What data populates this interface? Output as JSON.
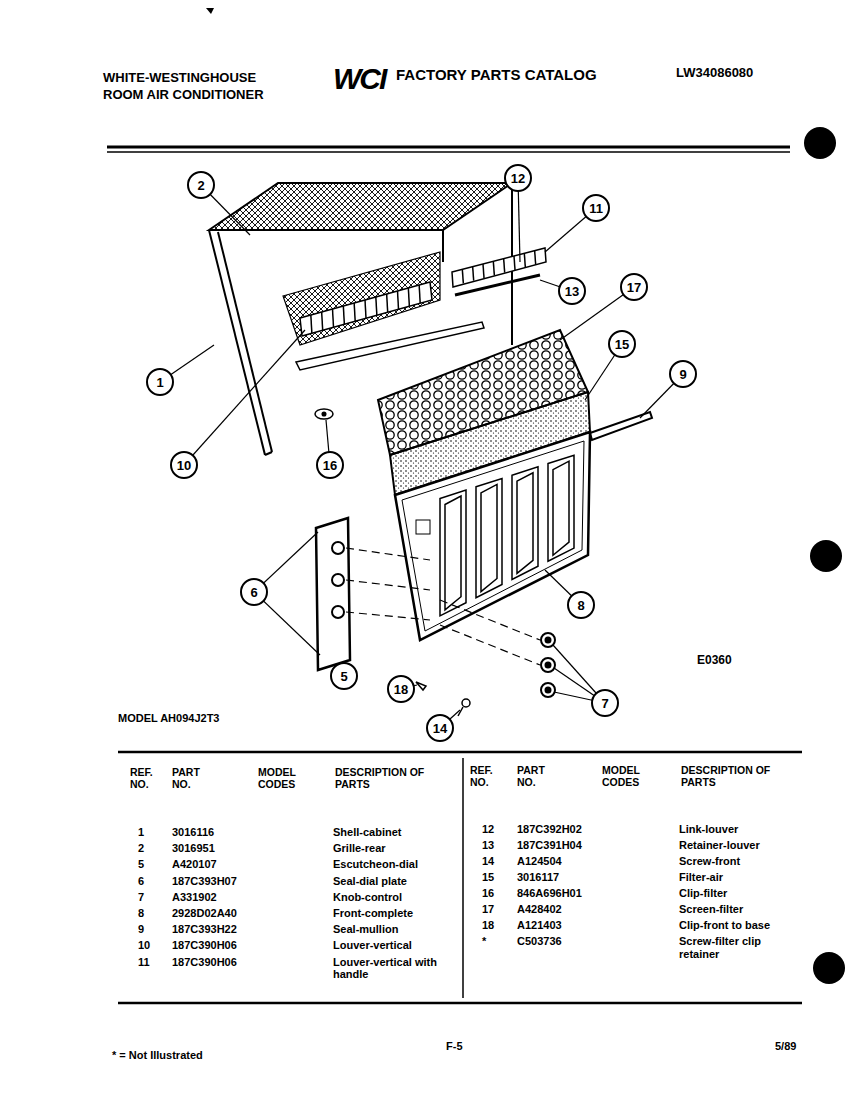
{
  "diagram": {
    "title": "FACTORY PARTS CATALOG",
    "nodes": [
      {
        "text": [
          "2"
        ]
      },
      {
        "text": [
          "12"
        ]
      },
      {
        "text": [
          "11"
        ]
      },
      {
        "text": [
          "13"
        ]
      },
      {
        "text": [
          "17"
        ]
      },
      {
        "text": [
          "15"
        ]
      },
      {
        "text": [
          "9"
        ]
      },
      {
        "text": [
          "1"
        ]
      },
      {
        "text": [
          "10"
        ]
      },
      {
        "text": [
          "16"
        ]
      },
      {
        "text": [
          "6"
        ]
      },
      {
        "text": [
          "8"
        ]
      },
      {
        "text": [
          "5"
        ]
      },
      {
        "text": [
          "18"
        ]
      },
      {
        "text": [
          "7"
        ]
      },
      {
        "text": [
          "14"
        ]
      }
    ],
    "labels": [
      "WHITE-WESTINGHOUSE",
      "ROOM AIR CONDITIONER",
      "WCI",
      "LW34086080",
      "E0360",
      "MODEL AH094J2T3",
      "REF. NO.",
      "PART NO.",
      "MODEL CODES",
      "DESCRIPTION OF PARTS",
      "REF. NO.",
      "PART NO.",
      "MODEL CODES",
      "DESCRIPTION OF PARTS",
      "1",
      "3016116",
      "Shell-cabinet",
      "2",
      "3016951",
      "Grille-rear",
      "5",
      "A420107",
      "Escutcheon-dial",
      "6",
      "187C393H07",
      "Seal-dial plate",
      "7",
      "A331902",
      "Knob-control",
      "8",
      "2928D02A40",
      "Front-complete",
      "9",
      "187C393H22",
      "Seal-mullion",
      "10",
      "187C390H06",
      "Louver-vertical",
      "11",
      "187C390H06",
      "Louver-vertical with handle",
      "12",
      "187C392H02",
      "Link-louver",
      "13",
      "187C391H04",
      "Retainer-louver",
      "14",
      "A124504",
      "Screw-front",
      "15",
      "3016117",
      "Filter-air",
      "16",
      "846A696H01",
      "Clip-filter",
      "17",
      "A428402",
      "Screen-filter",
      "18",
      "A121403",
      "Clip-front to base",
      "*",
      "C503736",
      "Screw-filter clip retainer",
      "* = Not Illustrated",
      "F-5",
      "5/89"
    ]
  }
}
